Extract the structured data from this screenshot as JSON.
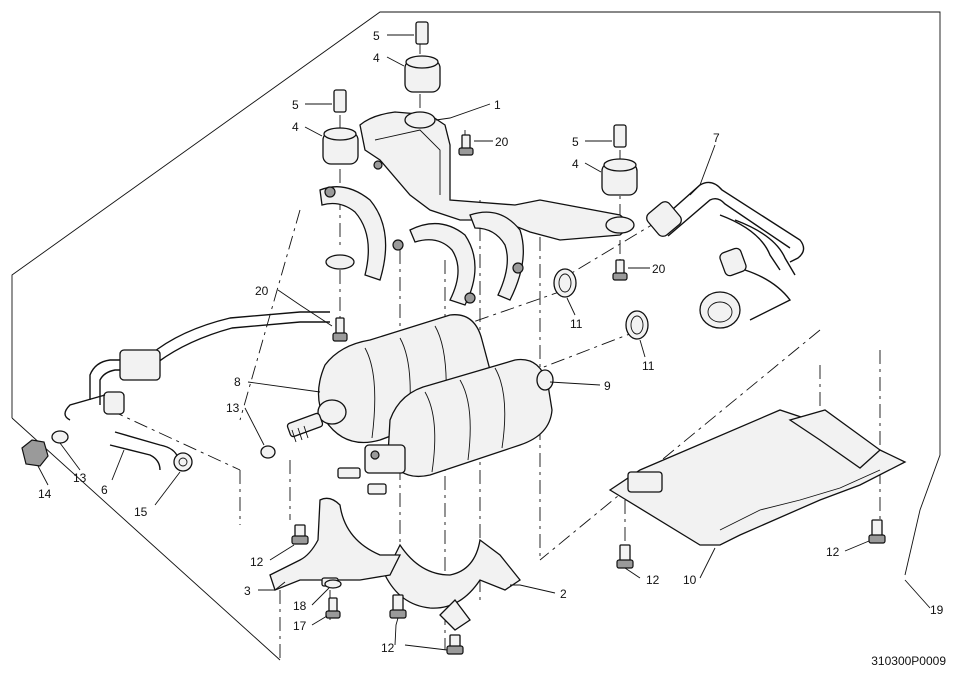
{
  "diagram_code": "310300P0009",
  "callout_numbers": {
    "c1": "1",
    "c2": "2",
    "c3": "3",
    "c4a": "4",
    "c4b": "4",
    "c4c": "4",
    "c5a": "5",
    "c5b": "5",
    "c5c": "5",
    "c6": "6",
    "c7": "7",
    "c8": "8",
    "c9": "9",
    "c10": "10",
    "c11a": "11",
    "c11b": "11",
    "c12a": "12",
    "c12b": "12",
    "c12c": "12",
    "c12d": "12",
    "c13a": "13",
    "c13b": "13",
    "c14": "14",
    "c15": "15",
    "c17": "17",
    "c18": "18",
    "c19": "19",
    "c20a": "20",
    "c20b": "20",
    "c20c": "20"
  }
}
